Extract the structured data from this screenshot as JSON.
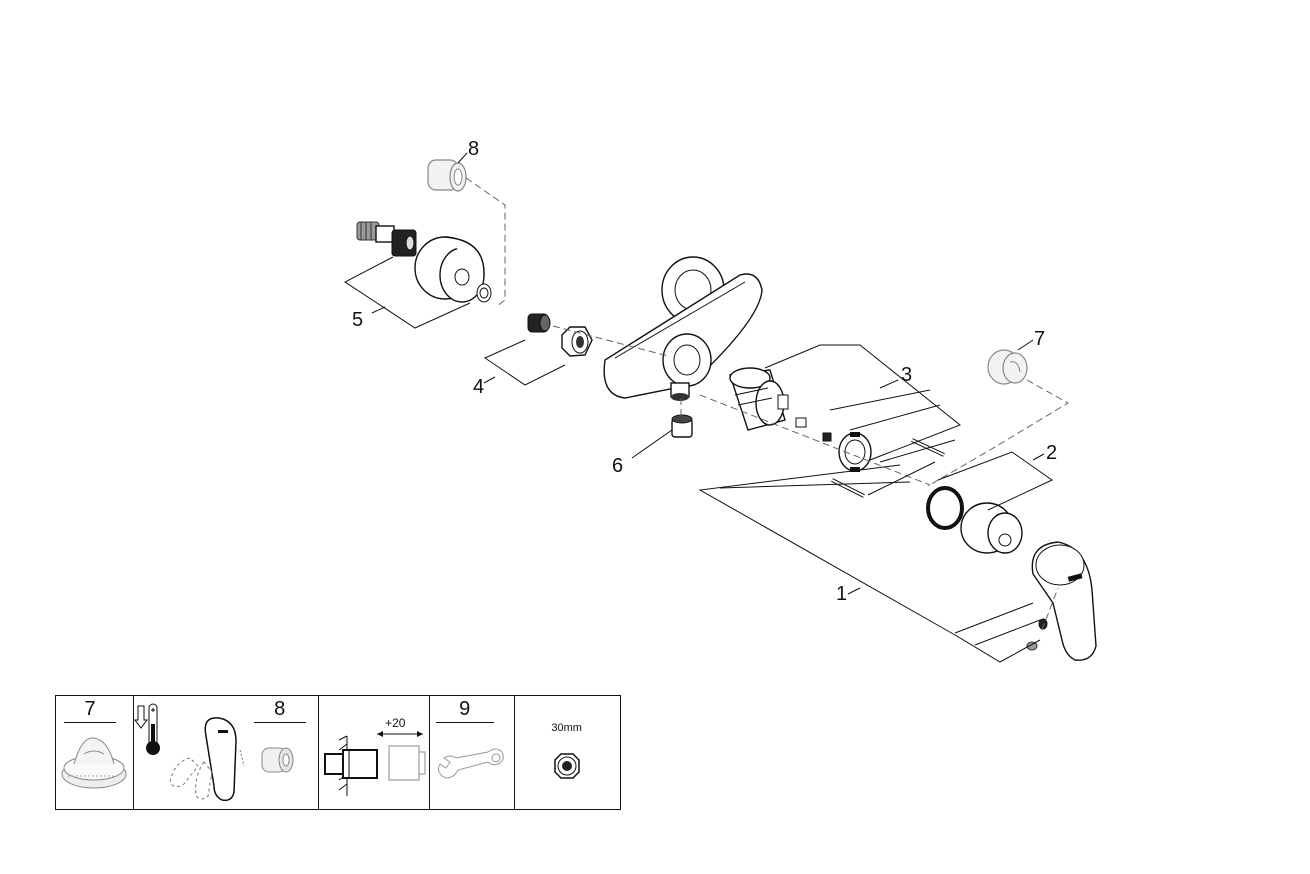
{
  "callouts": {
    "c1": "1",
    "c2": "2",
    "c3": "3",
    "c4": "4",
    "c5": "5",
    "c6": "6",
    "c7": "7",
    "c8": "8"
  },
  "legend": {
    "cell_7_number": "7",
    "cell_8_number": "8",
    "extension_label": "+20",
    "cell_9_number": "9",
    "nut_size_label": "30mm"
  }
}
